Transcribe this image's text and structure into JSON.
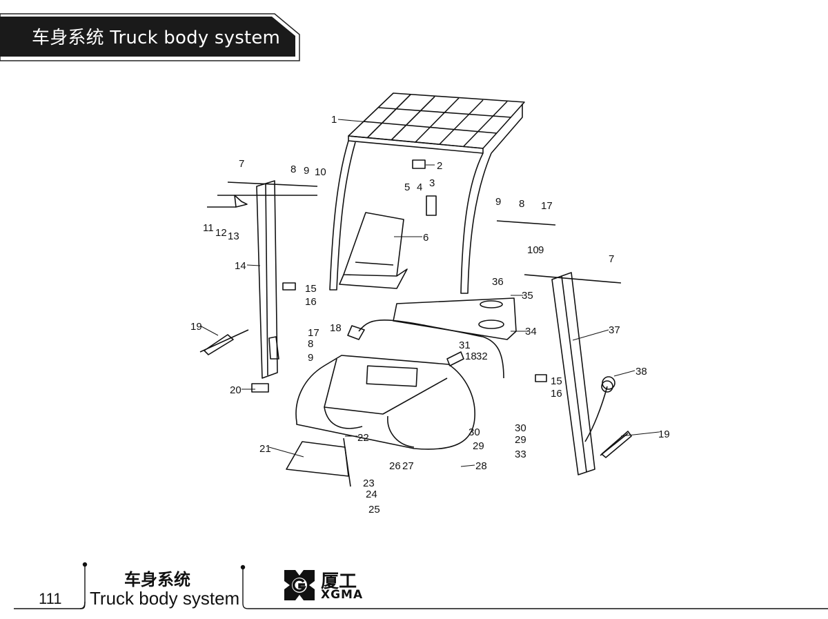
{
  "header": {
    "title": "车身系统  Truck body system"
  },
  "diagram": {
    "callouts": [
      "1",
      "2",
      "3",
      "4",
      "5",
      "6",
      "7",
      "8",
      "9",
      "10",
      "11",
      "12",
      "13",
      "14",
      "15",
      "16",
      "17",
      "17",
      "18",
      "18",
      "19",
      "19",
      "20",
      "21",
      "22",
      "23",
      "24",
      "25",
      "26",
      "27",
      "28",
      "29",
      "29",
      "30",
      "30",
      "31",
      "32",
      "33",
      "34",
      "35",
      "36",
      "37",
      "38",
      "7",
      "8",
      "8",
      "9",
      "9",
      "9",
      "10",
      "15",
      "16"
    ]
  },
  "footer": {
    "page_number": "111",
    "title_cn": "车身系统",
    "title_en": "Truck body system",
    "brand_cn": "厦工",
    "brand_en": "XGMA",
    "logo_icon": "xgma-logo-icon"
  }
}
